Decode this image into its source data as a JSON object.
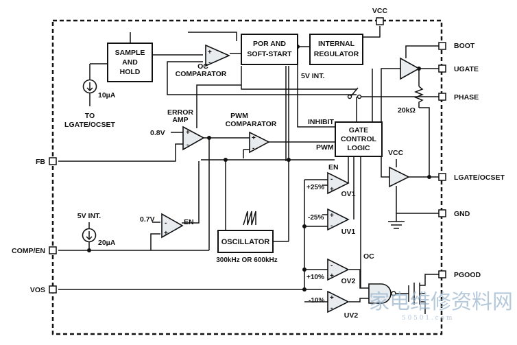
{
  "blocks": {
    "sample_hold": [
      "SAMPLE",
      "AND",
      "HOLD"
    ],
    "por": [
      "POR AND",
      "SOFT-START"
    ],
    "regulator": [
      "INTERNAL",
      "REGULATOR"
    ],
    "gate_logic": [
      "GATE",
      "CONTROL",
      "LOGIC"
    ],
    "oscillator": "OSCILLATOR",
    "oscillator_freq": "300kHz OR 600kHz"
  },
  "amplifiers": {
    "oc": [
      "OC",
      "COMPARATOR"
    ],
    "error": [
      "ERROR",
      "AMP"
    ],
    "pwm": [
      "PWM",
      "COMPARATOR"
    ],
    "ov1": "OV1",
    "uv1": "UV1",
    "ov2": "OV2",
    "uv2": "UV2"
  },
  "labels": {
    "vcc_top": "VCC",
    "vcc_mid": "VCC",
    "five_v_int": "5V INT.",
    "five_v_int_src": "5V INT.",
    "inhibit": "INHIBIT",
    "pwm": "PWM",
    "en_top": "EN",
    "en_amp": "EN",
    "oc": "OC",
    "ref_08": "0.8V",
    "ref_07": "0.7V",
    "i10": "10µA",
    "i20": "20µA",
    "to": "TO",
    "lgate_ocset_ref": "LGATE/OCSET",
    "r20k": "20kΩ",
    "p25": "+25%",
    "m25": "-25%",
    "p10": "+10%",
    "m10": "-10%"
  },
  "pins": {
    "vcc": "VCC",
    "boot": "BOOT",
    "ugate": "UGATE",
    "phase": "PHASE",
    "lgate": "LGATE/OCSET",
    "gnd": "GND",
    "pgood": "PGOOD",
    "fb": "FB",
    "comp_en": "COMP/EN",
    "vos": "VOS"
  },
  "watermark": "家电维修资料网",
  "watermark_url": "5 0 5 0 1 . c o m"
}
